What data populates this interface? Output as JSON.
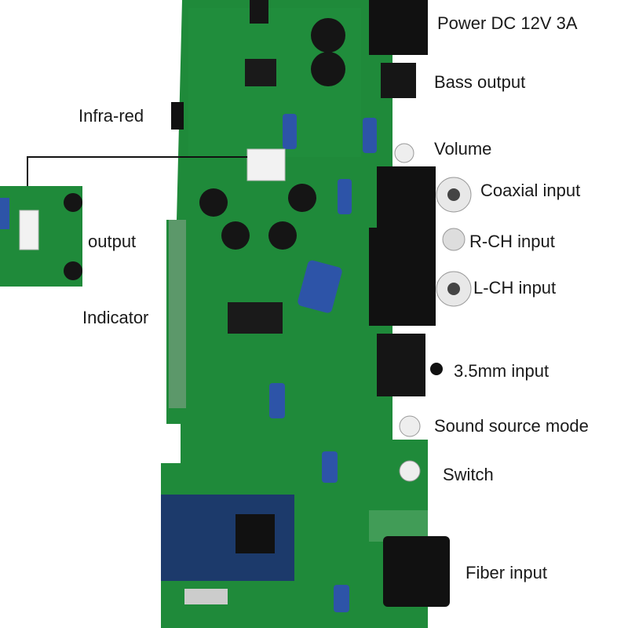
{
  "colors": {
    "pcb": "#1f8a3a",
    "pcb_dark": "#156b2b",
    "connector": "#111111",
    "label_text": "#1a1a1a"
  },
  "labels": {
    "power": "Power DC 12V 3A",
    "bass": "Bass output",
    "infrared": "Infra-red",
    "volume": "Volume",
    "coaxial": "Coaxial input",
    "output": "output",
    "rch": "R-CH input",
    "lch": "L-CH input",
    "indicator": "Indicator",
    "aux": "3.5mm input",
    "source_mode": "Sound source mode",
    "switch": "Switch",
    "fiber": "Fiber input"
  }
}
